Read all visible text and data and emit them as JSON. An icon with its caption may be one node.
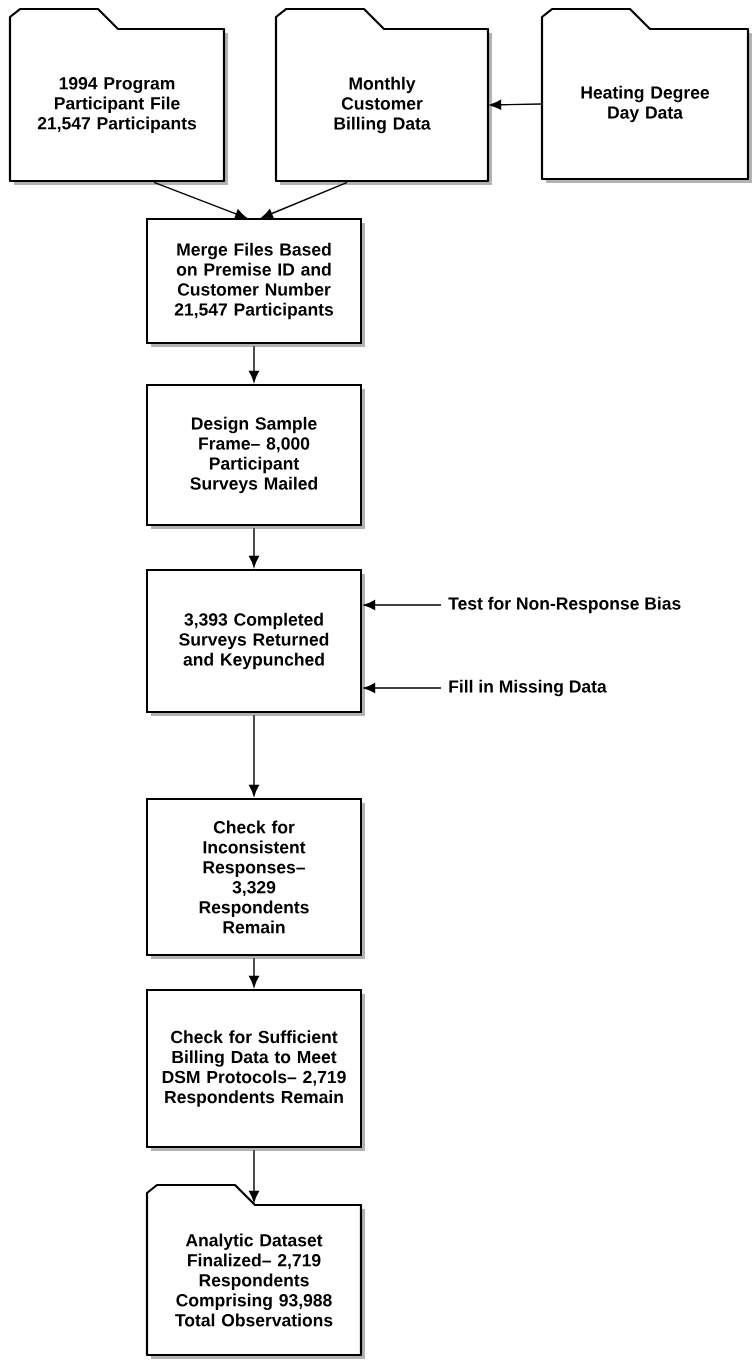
{
  "diagram": {
    "nodes": [
      {
        "text": [
          "1994 Program Participant File 21,547 Participants"
        ]
      },
      {
        "text": [
          "Monthly Customer Billing Data"
        ]
      },
      {
        "text": [
          "Heating Degree Day Data"
        ]
      },
      {
        "text": [
          "Merge Files Based on Premise ID and Customer Number 21,547 Participants"
        ]
      },
      {
        "text": [
          "Design Sample Frame– 8,000 Participant Surveys Mailed"
        ]
      },
      {
        "text": [
          "3,393 Completed Surveys Returned and Keypunched"
        ]
      },
      {
        "text": [
          "Test for Non-Response Bias"
        ]
      },
      {
        "text": [
          "Fill in Missing Data"
        ]
      },
      {
        "text": [
          "Check for Inconsistent Responses– 3,329 Respondents Remain"
        ]
      },
      {
        "text": [
          "Check for Sufficient Billing Data to Meet DSM Protocols– 2,719 Respondents Remain"
        ]
      },
      {
        "text": [
          "Analytic Dataset Finalized– 2,719 Respondents Comprising 93,988 Total Observations"
        ]
      }
    ],
    "edges": [
      {
        "from": 0,
        "to": 3,
        "arrow": "to"
      },
      {
        "from": 1,
        "to": 3,
        "arrow": "to"
      },
      {
        "from": 2,
        "to": 1,
        "arrow": "to"
      },
      {
        "from": 3,
        "to": 4,
        "arrow": "to"
      },
      {
        "from": 4,
        "to": 5,
        "arrow": "to"
      },
      {
        "from": 6,
        "to": 5,
        "arrow": "to"
      },
      {
        "from": 7,
        "to": 5,
        "arrow": "to"
      },
      {
        "from": 5,
        "to": 8,
        "arrow": "to"
      },
      {
        "from": 8,
        "to": 9,
        "arrow": "to"
      },
      {
        "from": 9,
        "to": 10,
        "arrow": "to"
      }
    ]
  }
}
